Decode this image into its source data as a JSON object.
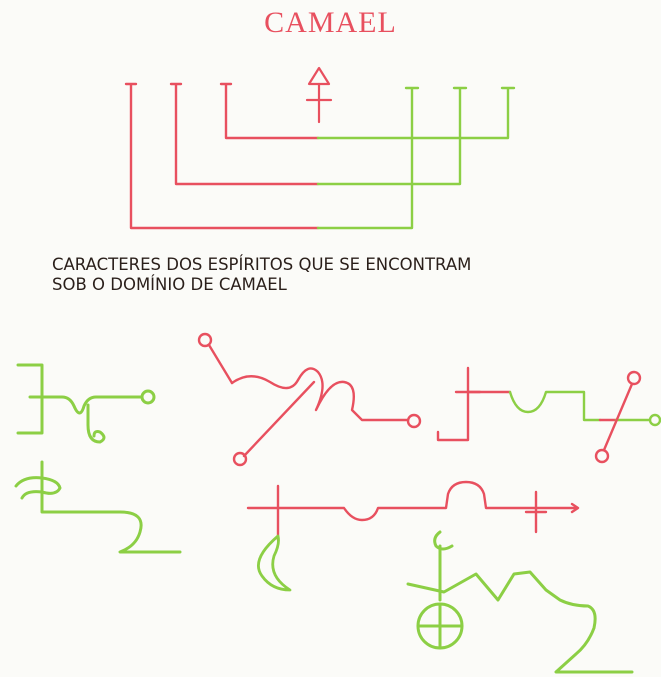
{
  "title": "CAMAEL",
  "caption": {
    "line1": "CARACTERES DOS ESPÍRITOS QUE SE ENCONTRAM",
    "line2": "SOB O DOMÍNIO DE CAMAEL"
  },
  "colors": {
    "red": "#e8505f",
    "green": "#8ccf45",
    "text": "#2a1f1a",
    "background": "#fbfbf8"
  },
  "icons": [
    "mars-symbol",
    "sigil-1",
    "sigil-2",
    "sigil-3",
    "sigil-4",
    "sigil-5",
    "sigil-6",
    "moon-crescent",
    "sulfur-sigil"
  ]
}
